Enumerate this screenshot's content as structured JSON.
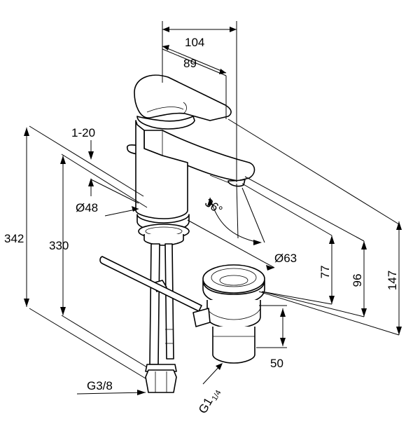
{
  "dimensions": {
    "width_total": "104",
    "width_spout": "89",
    "lever_range": "1-20",
    "diameter_body": "Ø48",
    "angle": "36°",
    "diameter_waste": "Ø63",
    "height_77": "77",
    "height_96": "96",
    "height_147": "147",
    "height_342": "342",
    "height_330": "330",
    "waste_50": "50",
    "thread_supply": "G3/8",
    "thread_waste_base": "G1",
    "thread_waste_frac": "1/4"
  }
}
